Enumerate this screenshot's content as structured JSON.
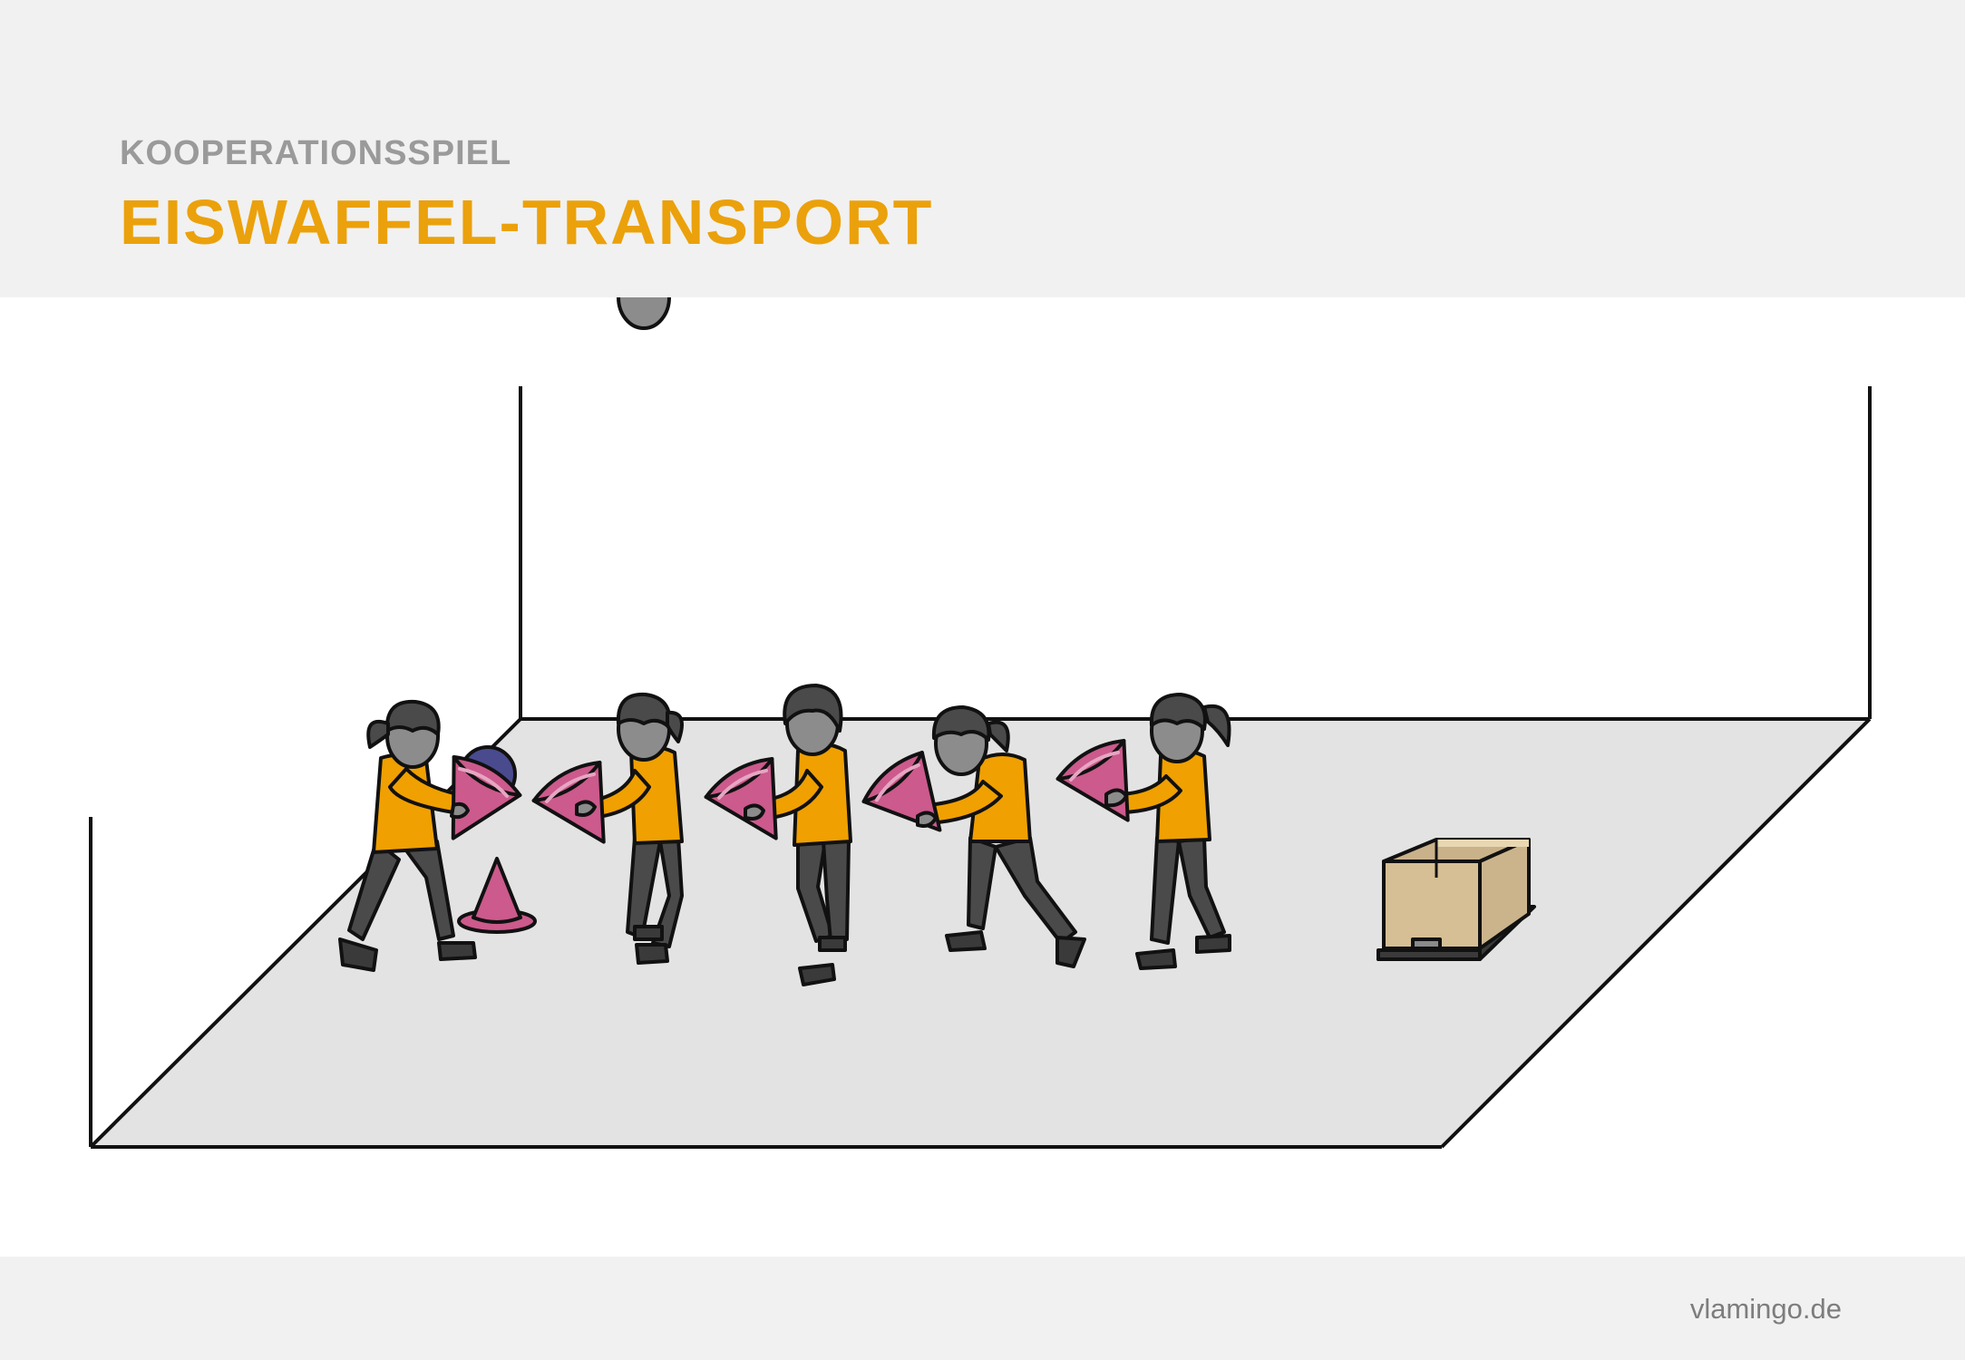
{
  "header": {
    "subtitle": "KOOPERATIONSSPIEL",
    "title": "EISWAFFEL-TRANSPORT"
  },
  "footer": {
    "credit": "vlamingo.de"
  },
  "colors": {
    "header_bg": "#f1f1f1",
    "title": "#eba10b",
    "subtitle": "#9a9a9a",
    "floor": "#e3e3e3",
    "shirt": "#f0a000",
    "pants": "#4a4a4a",
    "skin": "#8c8c8c",
    "cone": "#cc5a8c",
    "ball": "#4a4a8f",
    "box": "#d6bf94"
  },
  "scene": {
    "players": [
      {
        "name": "player-1",
        "hair": "ponytail",
        "holding": "cone-with-ball"
      },
      {
        "name": "player-2",
        "hair": "ponytail",
        "holding": "cone"
      },
      {
        "name": "player-3",
        "hair": "short",
        "holding": "cone"
      },
      {
        "name": "player-4",
        "hair": "ponytail",
        "holding": "cone"
      },
      {
        "name": "player-5",
        "hair": "ponytail",
        "holding": "cone"
      }
    ],
    "objects": [
      "floor-cone",
      "ball",
      "box"
    ]
  }
}
